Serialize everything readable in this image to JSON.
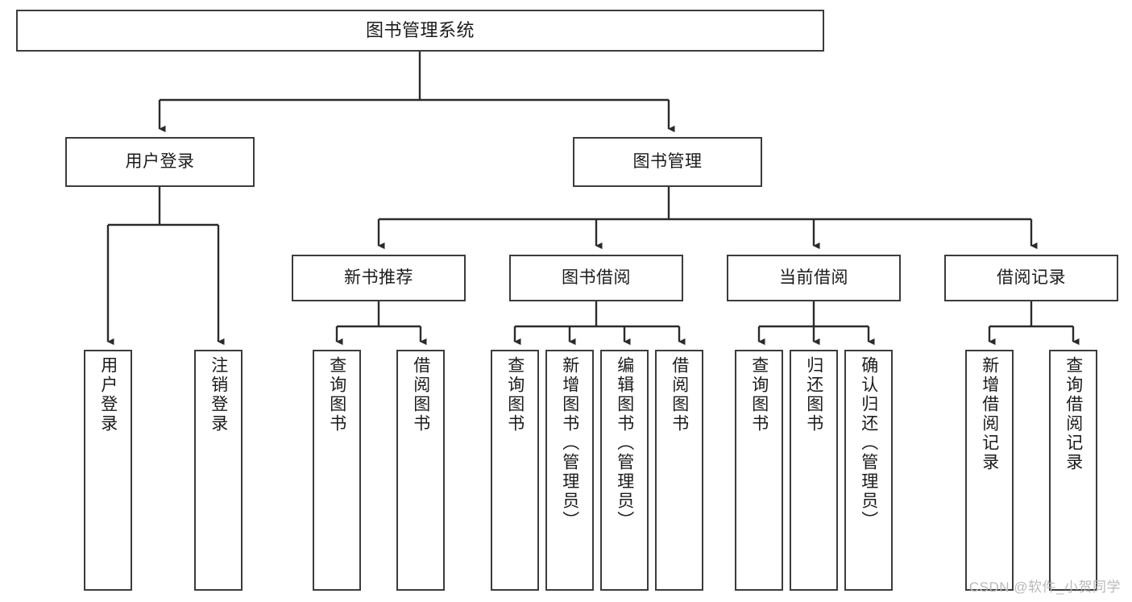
{
  "diagram": {
    "title": "图书管理系统",
    "type": "tree-hierarchy",
    "watermark": "CSDN @软件_小贺同学",
    "colors": {
      "border": "#3c3c3c",
      "text": "#1b1b1b",
      "edge": "#2b2b2b",
      "background": "#ffffff",
      "watermark": "#b9b9b9"
    },
    "nodes": {
      "root": {
        "label": "图书管理系统"
      },
      "level1": [
        {
          "label": "用户登录"
        },
        {
          "label": "图书管理"
        }
      ],
      "level2": [
        {
          "label": "新书推荐"
        },
        {
          "label": "图书借阅"
        },
        {
          "label": "当前借阅"
        },
        {
          "label": "借阅记录"
        }
      ],
      "leaves": {
        "user_login": [
          {
            "label": "用户登录"
          },
          {
            "label": "注销登录"
          }
        ],
        "new_book": [
          {
            "label": "查询图书"
          },
          {
            "label": "借阅图书"
          }
        ],
        "book_borrow": [
          {
            "label": "查询图书"
          },
          {
            "label": "新增图书（管理员）"
          },
          {
            "label": "编辑图书（管理员）"
          },
          {
            "label": "借阅图书"
          }
        ],
        "current_borrow": [
          {
            "label": "查询图书"
          },
          {
            "label": "归还图书"
          },
          {
            "label": "确认归还（管理员）"
          }
        ],
        "borrow_record": [
          {
            "label": "新增借阅记录"
          },
          {
            "label": "查询借阅记录"
          }
        ]
      }
    }
  }
}
